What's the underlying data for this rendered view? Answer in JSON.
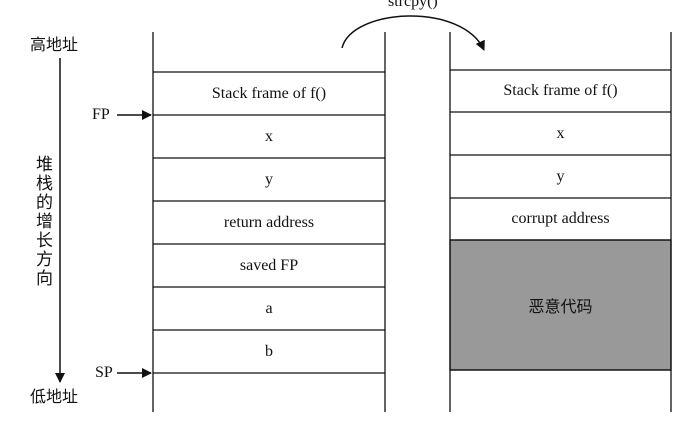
{
  "address_labels": {
    "high": "高地址",
    "low": "低地址"
  },
  "growth_direction_label": "堆栈的增长方向",
  "pointer_labels": {
    "fp": "FP",
    "sp": "SP"
  },
  "transition_label": "strcpy()",
  "left_stack": {
    "cells": [
      "Stack frame of f()",
      "x",
      "y",
      "return address",
      "saved FP",
      "a",
      "b"
    ]
  },
  "right_stack": {
    "cells": [
      "Stack frame of f()",
      "x",
      "y",
      "corrupt address"
    ],
    "malicious_block": "恶意代码"
  },
  "colors": {
    "line": "#111111",
    "malicious_fill": "#999999"
  }
}
